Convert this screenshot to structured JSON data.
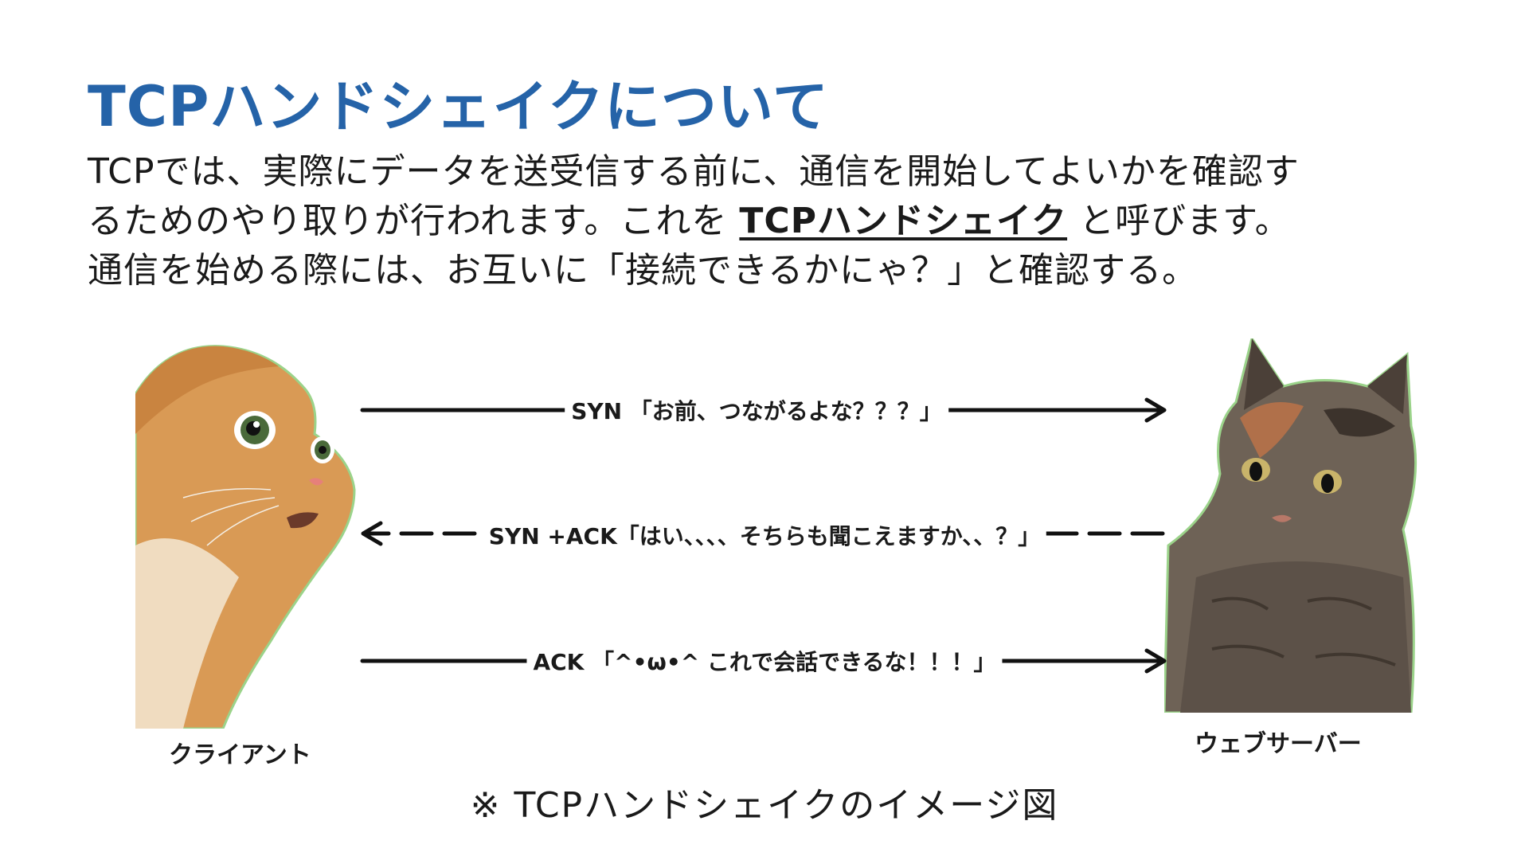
{
  "title": "TCPハンドシェイクについて",
  "intro": {
    "line1": "TCPでは、実際にデータを送受信する前に、通信を開始してよいかを確認す",
    "line2_pre": "るためのやり取りが行われます。これを ",
    "line2_term": "TCPハンドシェイク",
    "line2_post": " と呼びます。",
    "line3": "通信を始める際には、お互いに「接続できるかにゃ？」と確認する。"
  },
  "participants": {
    "client": "クライアント",
    "server": "ウェブサーバー"
  },
  "messages": [
    {
      "label": "SYN 「お前、つながるよな？？？」",
      "direction": "client-to-server",
      "line": "solid"
    },
    {
      "label": "SYN +ACK「はい、、、、そちらも聞こえますか、、？」",
      "direction": "server-to-client",
      "line": "dashed"
    },
    {
      "label": "ACK 「^•ω•^ これで会話できるな！！！」",
      "direction": "client-to-server",
      "line": "solid"
    }
  ],
  "caption": "※ TCPハンドシェイクのイメージ図",
  "colors": {
    "title": "#2563a8",
    "text": "#1a1a1a",
    "arrow": "#111111"
  }
}
